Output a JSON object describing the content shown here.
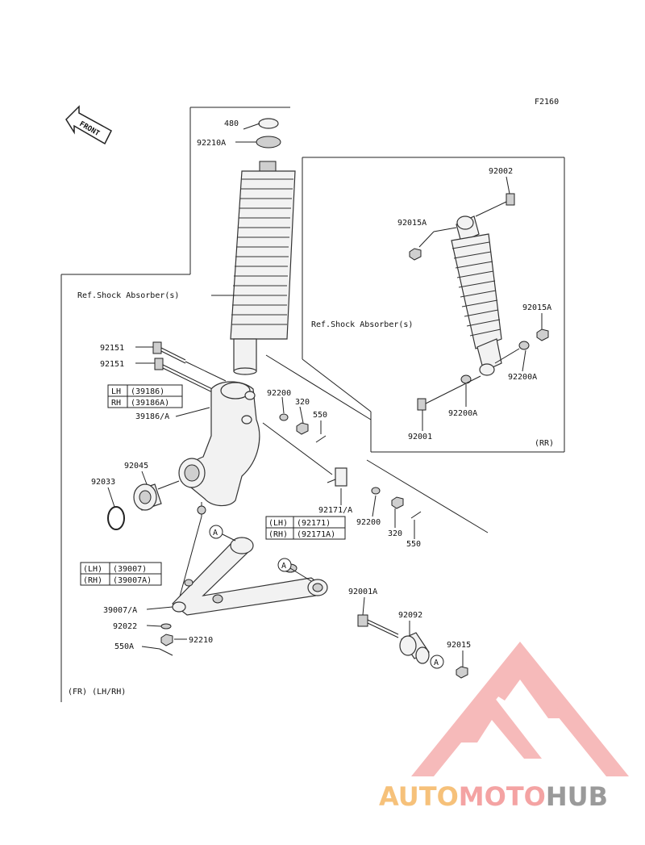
{
  "figure": {
    "code": "F2160",
    "front_label": "FRONT",
    "ref_shock_main": "Ref.Shock Absorber(s)",
    "ref_shock_rear": "Ref.Shock Absorber(s)",
    "rear_note": "(RR)",
    "front_note": "(FR) (LH/RH)"
  },
  "callouts": {
    "p480": "480",
    "p92210A": "92210A",
    "p92151a": "92151",
    "p92151b": "92151",
    "p39186_lh": "LH",
    "p39186_lh_num": "(39186)",
    "p39186_rh": "RH",
    "p39186_rh_num": "(39186A)",
    "p39186A": "39186/A",
    "p92200a": "92200",
    "p320a": "320",
    "p550a": "550",
    "p92045": "92045",
    "p92033": "92033",
    "p92171_lh": "(LH)",
    "p92171_lh_num": "(92171)",
    "p92171_rh": "(RH)",
    "p92171_rh_num": "(92171A)",
    "p92171A": "92171/A",
    "p92200b": "92200",
    "p320b": "320",
    "p550b": "550",
    "p39007_lh": "(LH)",
    "p39007_lh_num": "(39007)",
    "p39007_rh": "(RH)",
    "p39007_rh_num": "(39007A)",
    "p39007A": "39007/A",
    "p92022": "92022",
    "p92210": "92210",
    "p550A": "550A",
    "p92001A": "92001A",
    "p92092": "92092",
    "p92015": "92015",
    "p92002": "92002",
    "p92015A_1": "92015A",
    "p92015A_2": "92015A",
    "p92200A_1": "92200A",
    "p92200A_2": "92200A",
    "p92001": "92001",
    "ref_a1": "A",
    "ref_a2": "A",
    "ref_a3": "A"
  },
  "brand": {
    "part1": "AUTO",
    "part2": "MOTO",
    "part3": "HUB",
    "colors": {
      "auto": "#f6c17a",
      "moto": "#f4a3a3",
      "hub": "#9a9a9a"
    }
  }
}
